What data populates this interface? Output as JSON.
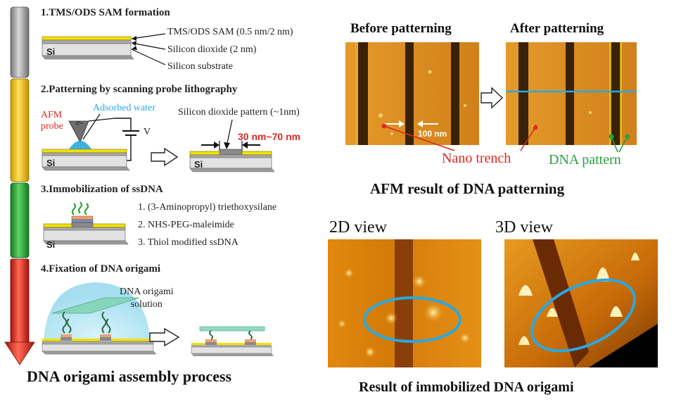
{
  "steps": [
    {
      "title": "1.TMS/ODS SAM formation"
    },
    {
      "title": "2.Patterning by scanning probe lithography"
    },
    {
      "title": "3.Immobilization of ssDNA"
    },
    {
      "title": "4.Fixation of DNA origami"
    }
  ],
  "step1": {
    "layer_labels": [
      "TMS/ODS SAM (0.5 nm/2 nm)",
      "Silicon dioxide (2 nm)",
      "Silicon substrate"
    ],
    "substrate": "Si"
  },
  "step2": {
    "afm_probe": "AFM\nprobe",
    "adsorbed_water": "Adsorbed water",
    "electron": "e-",
    "voltage": "V",
    "oxide_pattern": "Silicon dioxide pattern (~1nm)",
    "width_range": "30 nm~70 nm",
    "substrate": "Si"
  },
  "step3": {
    "reagents": [
      "1. (3-Aminopropyl) triethoxysilane",
      "2. NHS-PEG-maleimide",
      "3. Thiol modified ssDNA"
    ],
    "substrate": "Si"
  },
  "step4": {
    "solution_label": "DNA origami\nsolution"
  },
  "left_caption": "DNA origami assembly process",
  "afm": {
    "before_title": "Before patterning",
    "after_title": "After patterning",
    "scale_label": "100 nm",
    "nano_trench": "Nano trench",
    "dna_pattern": "DNA pattern",
    "caption": "AFM result of DNA patterning"
  },
  "result": {
    "view2d": "2D view",
    "view3d": "3D view",
    "caption": "Result of immobilized DNA origami"
  },
  "colors": {
    "sam_yellow": "#f2e100",
    "arrow_gray": "#9a9a9a",
    "arrow_yellow": "#f2c400",
    "arrow_green": "#2ea836",
    "arrow_red": "#e0281e",
    "afm_orange": "#d98a1c",
    "label_red": "#e0281e",
    "label_green": "#2aa040",
    "water_blue": "#29a8e0",
    "circle_blue": "#29a8e0"
  }
}
